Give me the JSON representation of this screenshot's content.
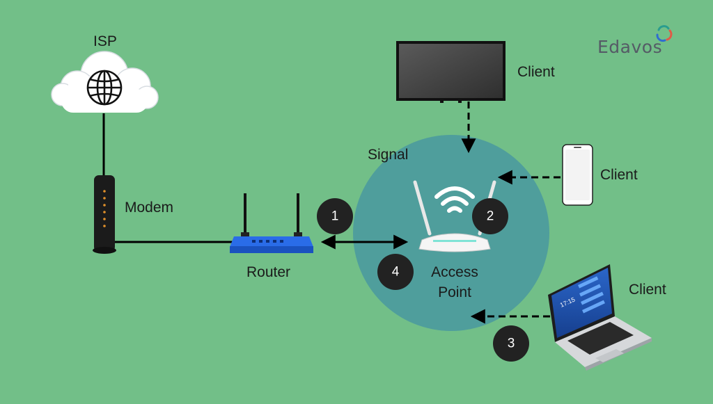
{
  "brand": {
    "name": "Edavos",
    "logo_icon": "brand-swirl-icon"
  },
  "nodes": {
    "isp": {
      "label": "ISP",
      "icon": "cloud-globe-icon"
    },
    "modem": {
      "label": "Modem",
      "icon": "modem-icon"
    },
    "router": {
      "label": "Router",
      "icon": "router-icon"
    },
    "access_point": {
      "label_line1": "Access",
      "label_line2": "Point",
      "icon": "access-point-icon"
    },
    "signal": {
      "label": "Signal",
      "color": "#4f9e9c"
    },
    "client_tv": {
      "label": "Client",
      "icon": "tv-icon"
    },
    "client_phone": {
      "label": "Client",
      "icon": "smartphone-icon"
    },
    "client_laptop": {
      "label": "Client",
      "icon": "laptop-icon",
      "screen_time": "17:15"
    }
  },
  "steps": [
    "1",
    "2",
    "3",
    "4"
  ],
  "colors": {
    "background": "#72bf88",
    "router": "#1e5fd6",
    "badge": "#222222",
    "signal_area": "#4f9e9c"
  }
}
